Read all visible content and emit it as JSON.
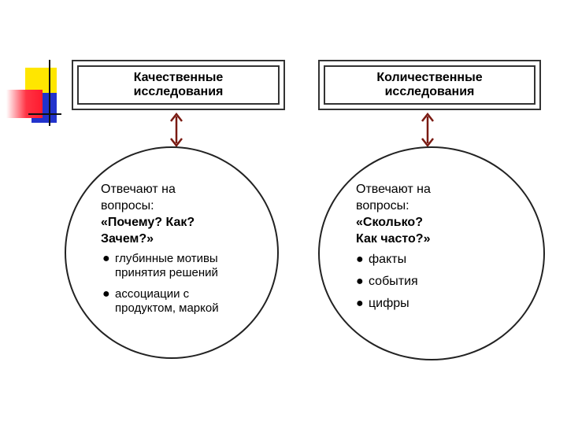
{
  "colors": {
    "frame": "#333333",
    "arrow": "#7a1a12",
    "deco_yellow": "#ffe600",
    "deco_blue": "#2233cc",
    "deco_red": "#ff1a2e"
  },
  "left": {
    "title_line1": "Качественные",
    "title_line2": "исследования",
    "question_line1": "Отвечают на",
    "question_line2": "вопросы:",
    "question_bold1": "«Почему? Как?",
    "question_bold2": "Зачем?»",
    "items": [
      "глубинные мотивы принятия решений",
      "ассоциации с продуктом, маркой"
    ]
  },
  "right": {
    "title_line1": "Количественные",
    "title_line2": "исследования",
    "question_line1": "Отвечают на",
    "question_line2": "вопросы:",
    "question_bold1": "«Сколько?",
    "question_bold2": "Как часто?»",
    "items": [
      "факты",
      "события",
      "цифры"
    ]
  }
}
